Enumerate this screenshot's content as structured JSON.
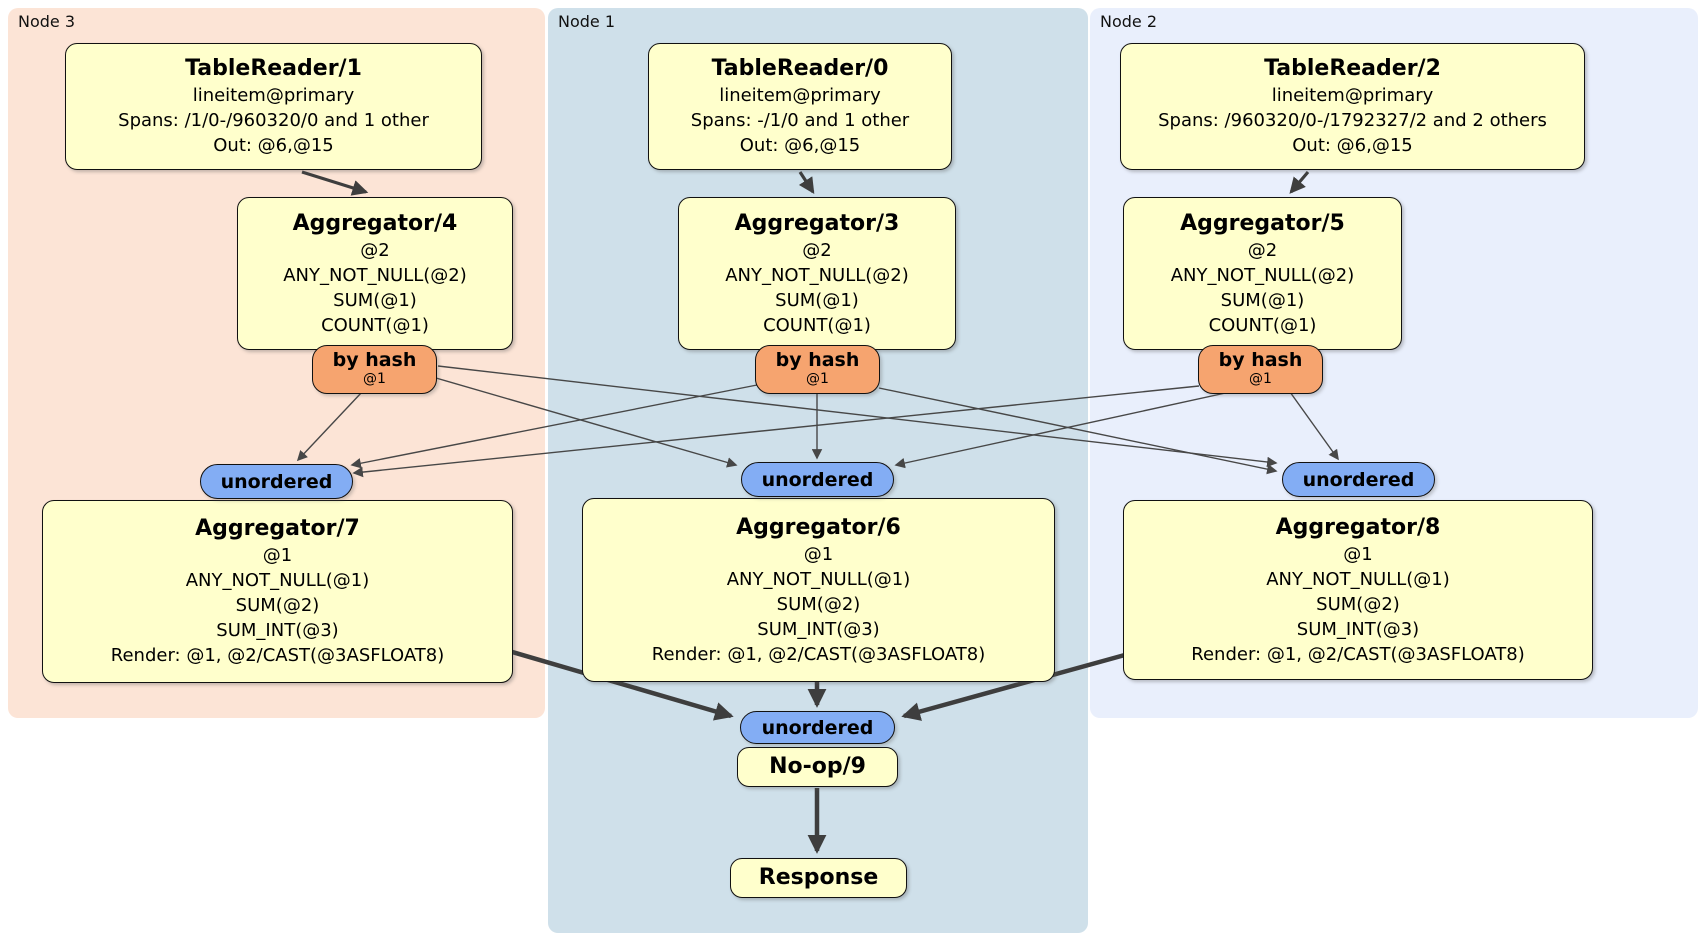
{
  "groups": {
    "node3": "Node 3",
    "node1": "Node 1",
    "node2": "Node 2"
  },
  "processors": {
    "tr1": {
      "title": "TableReader/1",
      "lines": [
        "lineitem@primary",
        "Spans: /1/0-/960320/0 and 1 other",
        "Out: @6,@15"
      ]
    },
    "tr0": {
      "title": "TableReader/0",
      "lines": [
        "lineitem@primary",
        "Spans: -/1/0 and 1 other",
        "Out: @6,@15"
      ]
    },
    "tr2": {
      "title": "TableReader/2",
      "lines": [
        "lineitem@primary",
        "Spans: /960320/0-/1792327/2 and 2 others",
        "Out: @6,@15"
      ]
    },
    "agg4": {
      "title": "Aggregator/4",
      "lines": [
        "@2",
        "ANY_NOT_NULL(@2)",
        "SUM(@1)",
        "COUNT(@1)"
      ]
    },
    "agg3": {
      "title": "Aggregator/3",
      "lines": [
        "@2",
        "ANY_NOT_NULL(@2)",
        "SUM(@1)",
        "COUNT(@1)"
      ]
    },
    "agg5": {
      "title": "Aggregator/5",
      "lines": [
        "@2",
        "ANY_NOT_NULL(@2)",
        "SUM(@1)",
        "COUNT(@1)"
      ]
    },
    "agg7": {
      "title": "Aggregator/7",
      "lines": [
        "@1",
        "ANY_NOT_NULL(@1)",
        "SUM(@2)",
        "SUM_INT(@3)",
        "Render: @1, @2/CAST(@3ASFLOAT8)"
      ]
    },
    "agg6": {
      "title": "Aggregator/6",
      "lines": [
        "@1",
        "ANY_NOT_NULL(@1)",
        "SUM(@2)",
        "SUM_INT(@3)",
        "Render: @1, @2/CAST(@3ASFLOAT8)"
      ]
    },
    "agg8": {
      "title": "Aggregator/8",
      "lines": [
        "@1",
        "ANY_NOT_NULL(@1)",
        "SUM(@2)",
        "SUM_INT(@3)",
        "Render: @1, @2/CAST(@3ASFLOAT8)"
      ]
    },
    "noop": {
      "title": "No-op/9"
    },
    "response": {
      "title": "Response"
    }
  },
  "router": {
    "label": "by hash",
    "detail": "@1"
  },
  "sync": {
    "label": "unordered"
  },
  "colors": {
    "node3_bg": "#fce4d6",
    "node1_bg": "#cfe0ea",
    "node2_bg": "#e9effc",
    "processor_fill": "#ffffcc",
    "router_fill": "#f6a46f",
    "sync_fill": "#83adf4",
    "edge": "#474747"
  },
  "edges": [
    "TableReader/1 → Aggregator/4",
    "TableReader/0 → Aggregator/3",
    "TableReader/2 → Aggregator/5",
    "Aggregator/4 by hash @1 → unordered (Aggregator/7)",
    "Aggregator/4 by hash @1 → unordered (Aggregator/6)",
    "Aggregator/4 by hash @1 → unordered (Aggregator/8)",
    "Aggregator/3 by hash @1 → unordered (Aggregator/7)",
    "Aggregator/3 by hash @1 → unordered (Aggregator/6)",
    "Aggregator/3 by hash @1 → unordered (Aggregator/8)",
    "Aggregator/5 by hash @1 → unordered (Aggregator/7)",
    "Aggregator/5 by hash @1 → unordered (Aggregator/6)",
    "Aggregator/5 by hash @1 → unordered (Aggregator/8)",
    "Aggregator/7 → unordered (No-op/9)",
    "Aggregator/6 → unordered (No-op/9)",
    "Aggregator/8 → unordered (No-op/9)",
    "No-op/9 → Response"
  ]
}
